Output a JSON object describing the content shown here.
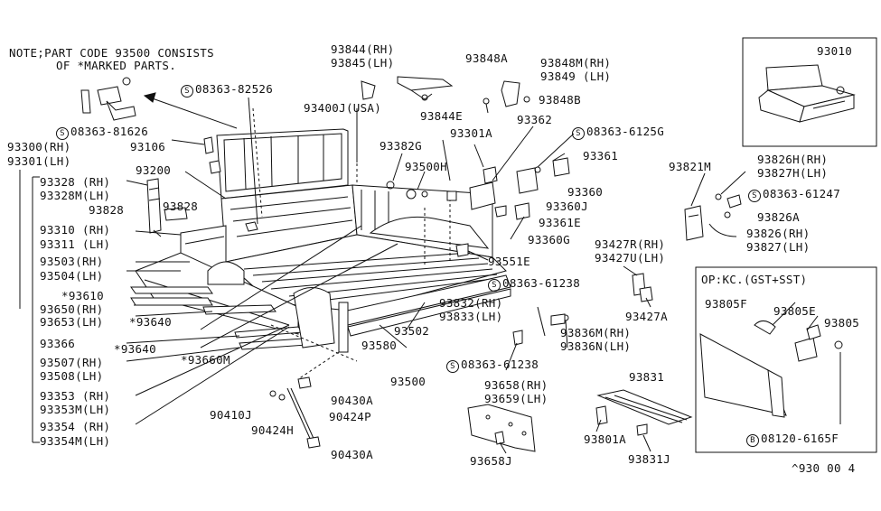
{
  "note": {
    "line1": "NOTE;PART CODE 93500 CONSISTS",
    "line2": "OF *MARKED PARTS."
  },
  "inset": {
    "top_code": "93010",
    "option": "OP:KC.(GST+SST)"
  },
  "footer": "^930 00 4",
  "badges": {
    "s": "S",
    "b": "B"
  },
  "labels": {
    "p08363_82526": "08363-82526",
    "p93400J": "93400J(USA)",
    "p08363_81626": "08363-81626",
    "p93106": "93106",
    "p93300": "93300(RH)",
    "p93301": "93301(LH)",
    "p93200": "93200",
    "p93328": "93328 (RH)",
    "p93328M": "93328M(LH)",
    "p93828a": "93828",
    "p93828b": "93828",
    "p93310": "93310 (RH)",
    "p93311": "93311 (LH)",
    "p93503": "93503(RH)",
    "p93504": "93504(LH)",
    "p93610": "*93610",
    "p93650": "93650(RH)",
    "p93653": "93653(LH)",
    "p93640a": "*93640",
    "p93366": "93366",
    "p93640b": "*93640",
    "p93507": "93507(RH)",
    "p93508": "93508(LH)",
    "p93660M": "*93660M",
    "p93353": "93353 (RH)",
    "p93353M": "93353M(LH)",
    "p93354": "93354 (RH)",
    "p93354M": "93354M(LH)",
    "p93844": "93844(RH)",
    "p93845": "93845(LH)",
    "p93844E": "93844E",
    "p93848A": "93848A",
    "p93848M": "93848M(RH)",
    "p93849": "93849 (LH)",
    "p93848B": "93848B",
    "p93362": "93362",
    "p93301A": "93301A",
    "p08363_6125G": "08363-6125G",
    "p93382G": "93382G",
    "p93500H": "93500H",
    "p93361": "93361",
    "p93360": "93360",
    "p93360J": "93360J",
    "p93361E": "93361E",
    "p93360G": "93360G",
    "p93551E": "93551E",
    "p08363_61238a": "08363-61238",
    "p93832": "93832(RH)",
    "p93833": "93833(LH)",
    "p93502": "93502",
    "p93580": "93580",
    "p93500": "93500",
    "p93836M": "93836M(RH)",
    "p93836N": "93836N(LH)",
    "p08363_61238b": "08363-61238",
    "p90430Aa": "90430A",
    "p90410J": "90410J",
    "p90424H": "90424H",
    "p90424P": "90424P",
    "p90430Ab": "90430A",
    "p93658": "93658(RH)",
    "p93659": "93659(LH)",
    "p93658J": "93658J",
    "p93831": "93831",
    "p93801A": "93801A",
    "p93831J": "93831J",
    "p93427R": "93427R(RH)",
    "p93427U": "93427U(LH)",
    "p93427A": "93427A",
    "p93821M": "93821M",
    "p93826H": "93826H(RH)",
    "p93827H": "93827H(LH)",
    "p08363_61247": "08363-61247",
    "p93826A": "93826A",
    "p93826": "93826(RH)",
    "p93827": "93827(LH)",
    "p93805F": "93805F",
    "p93805E": "93805E",
    "p93805": "93805",
    "p08120_6165F": "08120-6165F"
  }
}
